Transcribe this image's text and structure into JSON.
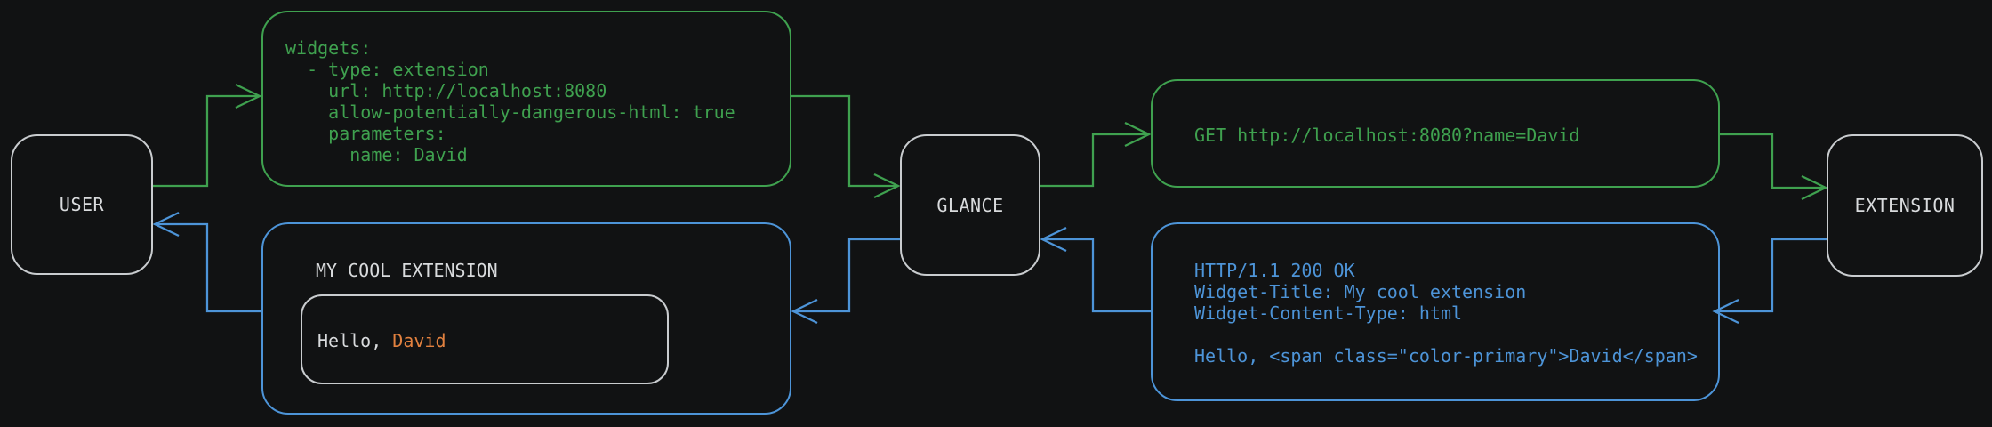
{
  "diagram": {
    "nodes": {
      "user": {
        "label": "USER"
      },
      "glance": {
        "label": "GLANCE"
      },
      "extension": {
        "label": "EXTENSION"
      }
    },
    "config_box": {
      "yaml": "widgets:\n  - type: extension\n    url: http://localhost:8080\n    allow-potentially-dangerous-html: true\n    parameters:\n      name: David"
    },
    "request_box": {
      "text": "GET http://localhost:8080?name=David"
    },
    "response_box": {
      "text": "HTTP/1.1 200 OK\nWidget-Title: My cool extension\nWidget-Content-Type: html\n\nHello, <span class=\"color-primary\">David</span>"
    },
    "widget_box": {
      "title": "MY COOL EXTENSION",
      "greeting_prefix": "Hello, ",
      "greeting_name": "David"
    }
  },
  "colors": {
    "background": "#111213",
    "request_green": "#3fa14f",
    "response_blue": "#4d94d8",
    "primary_orange": "#e2813f",
    "node_border": "#c9cccf",
    "text_light": "#d9dbdd"
  }
}
